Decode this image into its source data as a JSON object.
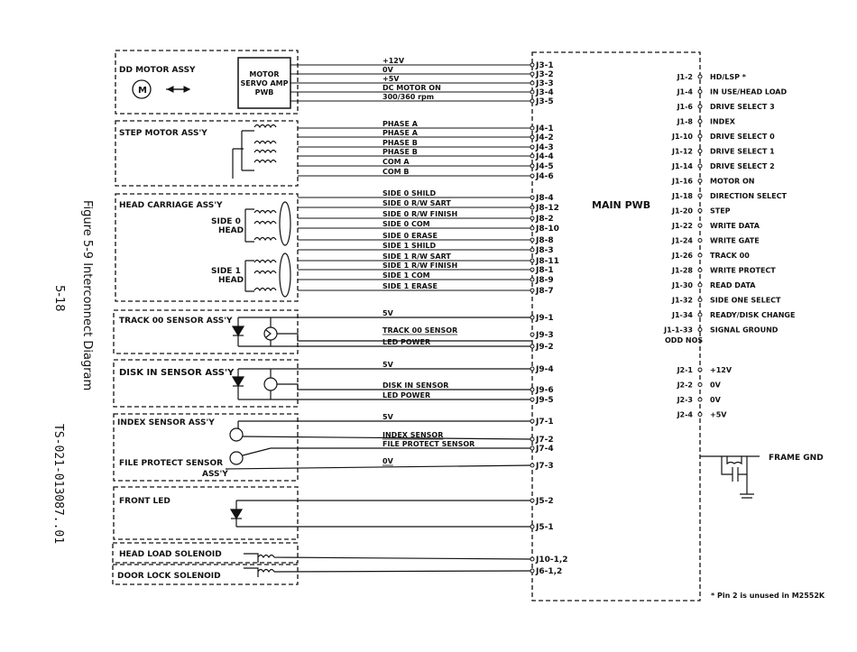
{
  "figure": {
    "caption": "Figure 5-9 Interconnect Diagram",
    "page_number": "5-18",
    "doc_number": "TS-021-013087..01"
  },
  "main_board": {
    "label": "MAIN PWB"
  },
  "assemblies": {
    "dd_motor": {
      "title": "DD MOTOR ASSY",
      "motor_symbol": "M",
      "servo_box": [
        "MOTOR",
        "SERVO AMP",
        "PWB"
      ]
    },
    "step_motor": {
      "title": "STEP MOTOR ASS'Y"
    },
    "head_carriage": {
      "title": "HEAD CARRIAGE ASS'Y",
      "side0": [
        "SIDE 0",
        "HEAD"
      ],
      "side1": [
        "SIDE 1",
        "HEAD"
      ]
    },
    "track00": {
      "title": "TRACK 00 SENSOR ASS'Y"
    },
    "disk_in": {
      "title": "DISK IN SENSOR ASS'Y"
    },
    "index_sensor": {
      "title": "INDEX SENSOR ASS'Y"
    },
    "file_protect": {
      "title": [
        "FILE PROTECT SENSOR",
        "ASS'Y"
      ]
    },
    "front_led": {
      "title": "FRONT LED"
    },
    "head_load": {
      "title": "HEAD LOAD SOLENOID"
    },
    "door_lock": {
      "title": "DOOR LOCK SOLENOID"
    }
  },
  "wires": [
    {
      "signal": "+12V",
      "pin": "J3-1"
    },
    {
      "signal": "0V",
      "pin": "J3-2"
    },
    {
      "signal": "+5V",
      "pin": "J3-3"
    },
    {
      "signal": "DC MOTOR ON",
      "pin": "J3-4"
    },
    {
      "signal": "300/360 rpm",
      "pin": "J3-5"
    },
    {
      "signal": "PHASE A",
      "pin": "J4-1"
    },
    {
      "signal": "PHASE A",
      "pin": "J4-2"
    },
    {
      "signal": "PHASE B",
      "pin": "J4-3"
    },
    {
      "signal": "PHASE B",
      "pin": "J4-4"
    },
    {
      "signal": "COM A",
      "pin": "J4-5"
    },
    {
      "signal": "COM B",
      "pin": "J4-6"
    },
    {
      "signal": "SIDE 0 SHILD",
      "pin": "J8-4"
    },
    {
      "signal": "SIDE 0 R/W SART",
      "pin": "J8-12"
    },
    {
      "signal": "SIDE 0 R/W FINISH",
      "pin": "J8-2"
    },
    {
      "signal": "SIDE 0 COM",
      "pin": "J8-10"
    },
    {
      "signal": "SIDE 0 ERASE",
      "pin": "J8-8"
    },
    {
      "signal": "SIDE 1 SHILD",
      "pin": "J8-3"
    },
    {
      "signal": "SIDE 1 R/W SART",
      "pin": "J8-11"
    },
    {
      "signal": "SIDE 1 R/W FINISH",
      "pin": "J8-1"
    },
    {
      "signal": "SIDE 1 COM",
      "pin": "J8-9"
    },
    {
      "signal": "SIDE 1 ERASE",
      "pin": "J8-7"
    },
    {
      "signal": "5V",
      "pin": "J9-1"
    },
    {
      "signal": "TRACK 00 SENSOR",
      "pin": "J9-3"
    },
    {
      "signal": "LED POWER",
      "pin": "J9-2"
    },
    {
      "signal": "5V",
      "pin": "J9-4"
    },
    {
      "signal": "DISK IN SENSOR",
      "pin": "J9-6"
    },
    {
      "signal": "LED POWER",
      "pin": "J9-5"
    },
    {
      "signal": "5V",
      "pin": "J7-1"
    },
    {
      "signal": "INDEX SENSOR",
      "pin": "J7-2"
    },
    {
      "signal": "FILE PROTECT SENSOR",
      "pin": "J7-4"
    },
    {
      "signal": "0V",
      "pin": "J7-3"
    },
    {
      "signal": "",
      "pin": "J5-2"
    },
    {
      "signal": "",
      "pin": "J5-1"
    },
    {
      "signal": "",
      "pin": "J10-1,2"
    },
    {
      "signal": "",
      "pin": "J6-1,2"
    }
  ],
  "connector_j1": [
    {
      "pin": "J1-2",
      "signal": "HD/LSP *"
    },
    {
      "pin": "J1-4",
      "signal": "IN USE/HEAD LOAD"
    },
    {
      "pin": "J1-6",
      "signal": "DRIVE SELECT 3"
    },
    {
      "pin": "J1-8",
      "signal": "INDEX"
    },
    {
      "pin": "J1-10",
      "signal": "DRIVE SELECT 0"
    },
    {
      "pin": "J1-12",
      "signal": "DRIVE SELECT 1"
    },
    {
      "pin": "J1-14",
      "signal": "DRIVE SELECT 2"
    },
    {
      "pin": "J1-16",
      "signal": "MOTOR ON"
    },
    {
      "pin": "J1-18",
      "signal": "DIRECTION SELECT"
    },
    {
      "pin": "J1-20",
      "signal": "STEP"
    },
    {
      "pin": "J1-22",
      "signal": "WRITE DATA"
    },
    {
      "pin": "J1-24",
      "signal": "WRITE GATE"
    },
    {
      "pin": "J1-26",
      "signal": "TRACK 00"
    },
    {
      "pin": "J1-28",
      "signal": "WRITE PROTECT"
    },
    {
      "pin": "J1-30",
      "signal": "READ DATA"
    },
    {
      "pin": "J1-32",
      "signal": "SIDE ONE SELECT"
    },
    {
      "pin": "J1-34",
      "signal": "READY/DISK CHANGE"
    },
    {
      "pin": "J1-1-33",
      "signal": "SIGNAL GROUND"
    }
  ],
  "odd_nos_label": "ODD NOS",
  "connector_j2": [
    {
      "pin": "J2-1",
      "signal": "+12V"
    },
    {
      "pin": "J2-2",
      "signal": "0V"
    },
    {
      "pin": "J2-3",
      "signal": "0V"
    },
    {
      "pin": "J2-4",
      "signal": "+5V"
    }
  ],
  "frame_gnd": "FRAME GND",
  "footnote": "* Pin 2 is unused in M2552K"
}
